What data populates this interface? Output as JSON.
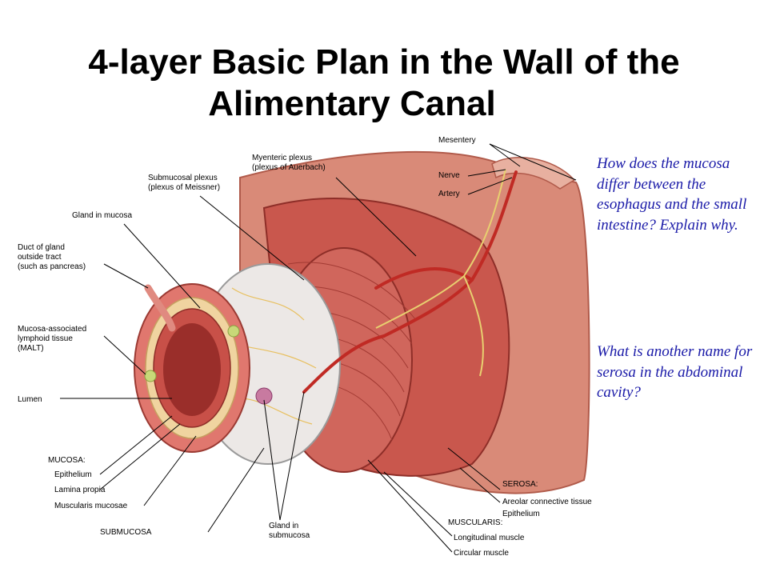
{
  "title": {
    "line1": "4-layer Basic Plan in the Wall of the",
    "line2": "Alimentary Canal"
  },
  "questions": [
    "How does the mucosa differ between the esophagus and the small intestine? Explain why.",
    "What is another name for serosa in the abdominal cavity?"
  ],
  "labels": {
    "mesentery": "Mesentery",
    "nerve": "Nerve",
    "artery": "Artery",
    "myenteric1": "Myenteric plexus",
    "myenteric2": "(plexus of Auerbach)",
    "submucosal1": "Submucosal plexus",
    "submucosal2": "(plexus of Meissner)",
    "gland_mucosa": "Gland in mucosa",
    "duct1": "Duct of gland",
    "duct2": "outside tract",
    "duct3": "(such as pancreas)",
    "malt1": "Mucosa-associated",
    "malt2": "lymphoid tissue",
    "malt3": "(MALT)",
    "lumen": "Lumen",
    "mucosa": "MUCOSA:",
    "epithelium": "Epithelium",
    "lamina": "Lamina propia",
    "muscularis_mucosae": "Muscularis mucosae",
    "submucosa": "SUBMUCOSA",
    "gland_sub1": "Gland in",
    "gland_sub2": "submucosa",
    "serosa": "SEROSA:",
    "areolar": "Areolar connective tissue",
    "serosa_epi": "Epithelium",
    "muscularis": "MUSCULARIS:",
    "longitudinal": "Longitudinal muscle",
    "circular": "Circular muscle"
  }
}
